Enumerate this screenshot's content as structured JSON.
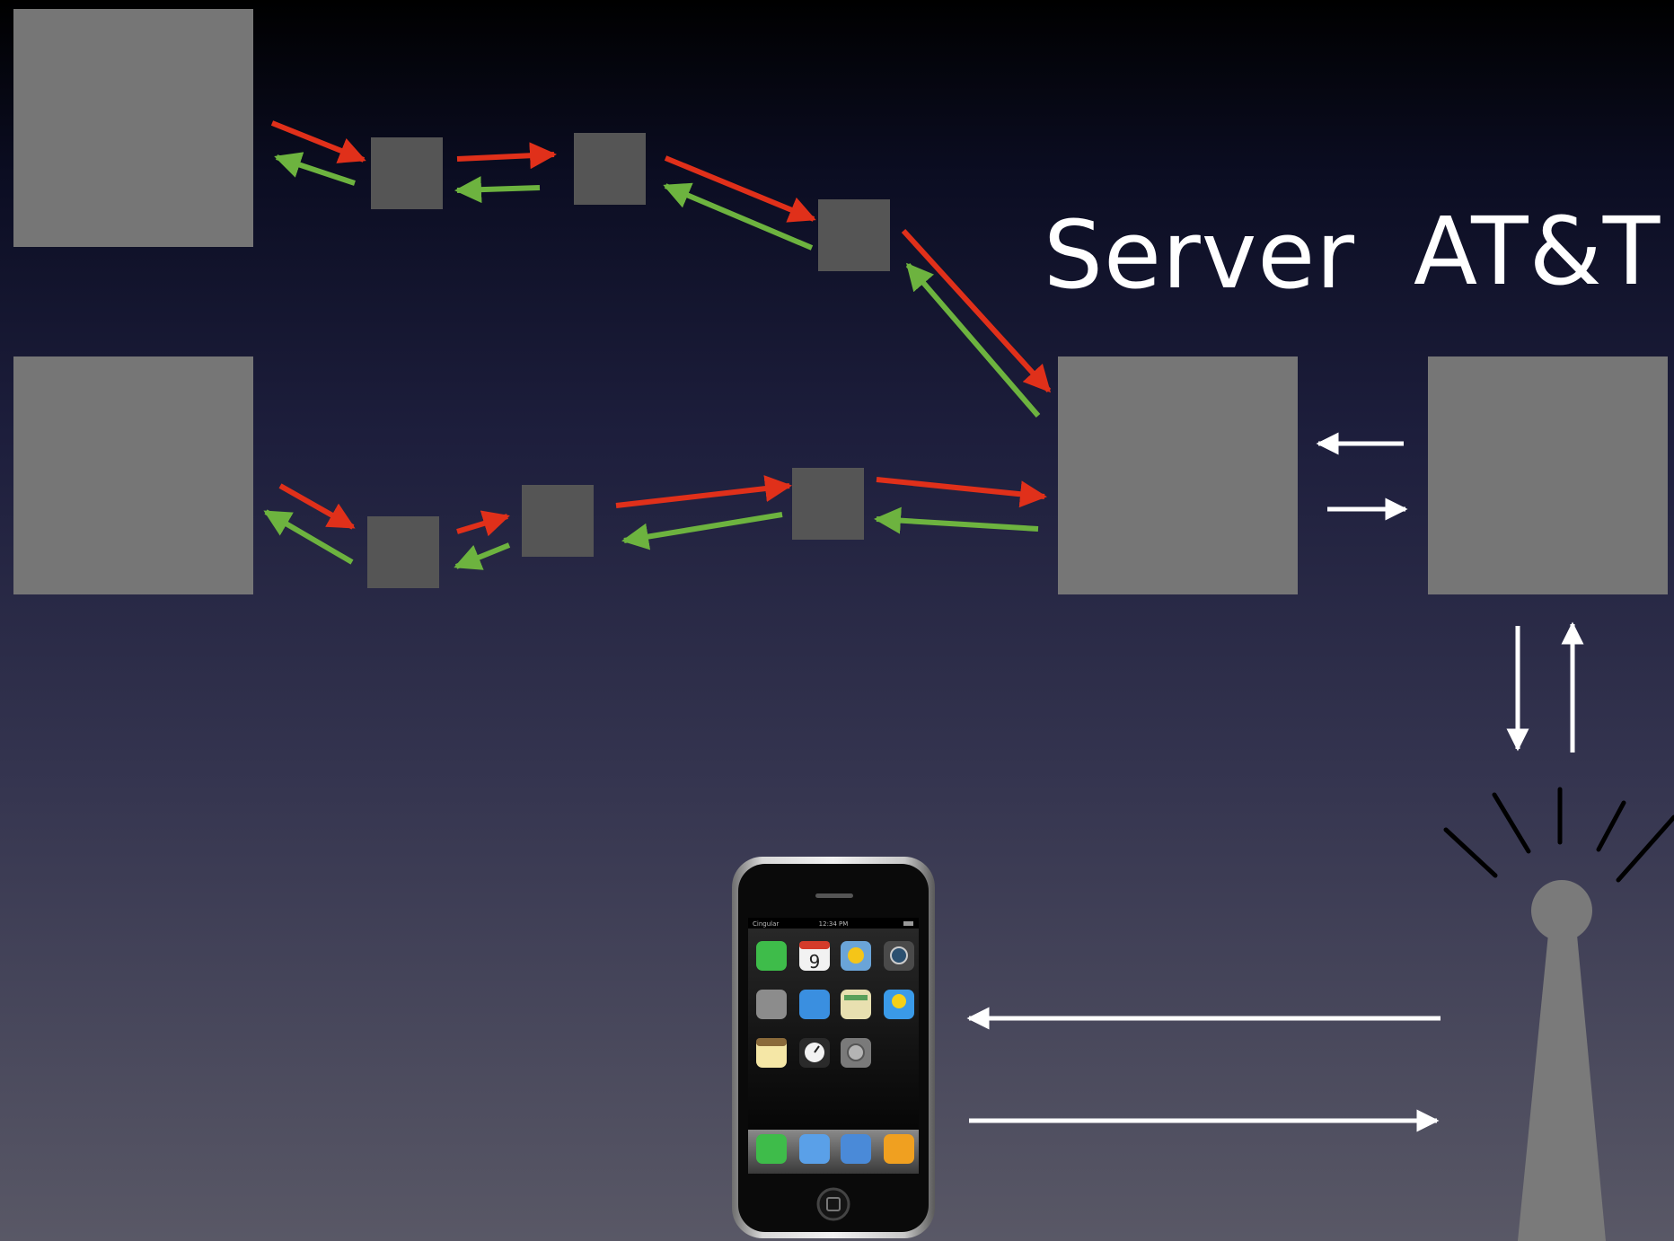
{
  "labels": {
    "server": "Server",
    "carrier": "AT&T"
  },
  "colors": {
    "request_arrow": "#e0301a",
    "response_arrow": "#6db33f",
    "link_arrow": "#ffffff",
    "large_node": "#767676",
    "small_node": "#555555",
    "tower": "#7a7a7a"
  },
  "nodes": [
    {
      "id": "client-top-left",
      "kind": "large"
    },
    {
      "id": "client-bottom-left",
      "kind": "large"
    },
    {
      "id": "server",
      "kind": "large"
    },
    {
      "id": "att",
      "kind": "large"
    },
    {
      "id": "hop-top-1",
      "kind": "small"
    },
    {
      "id": "hop-top-2",
      "kind": "small"
    },
    {
      "id": "hop-top-3",
      "kind": "small"
    },
    {
      "id": "hop-bottom-1",
      "kind": "small"
    },
    {
      "id": "hop-bottom-2",
      "kind": "small"
    },
    {
      "id": "hop-bottom-3",
      "kind": "small"
    }
  ],
  "icons": [
    "iphone-icon",
    "cell-tower-icon"
  ],
  "phone": {
    "carrier": "Cingular",
    "time": "12:34 PM",
    "calendar_day": "9",
    "apps": [
      "Text",
      "Calendar",
      "Photos",
      "Camera",
      "Calculator",
      "Stocks",
      "Maps",
      "Weather",
      "Notes",
      "Clock",
      "Settings"
    ],
    "dock": [
      "Phone",
      "Mail",
      "Safari",
      "iPod"
    ]
  }
}
